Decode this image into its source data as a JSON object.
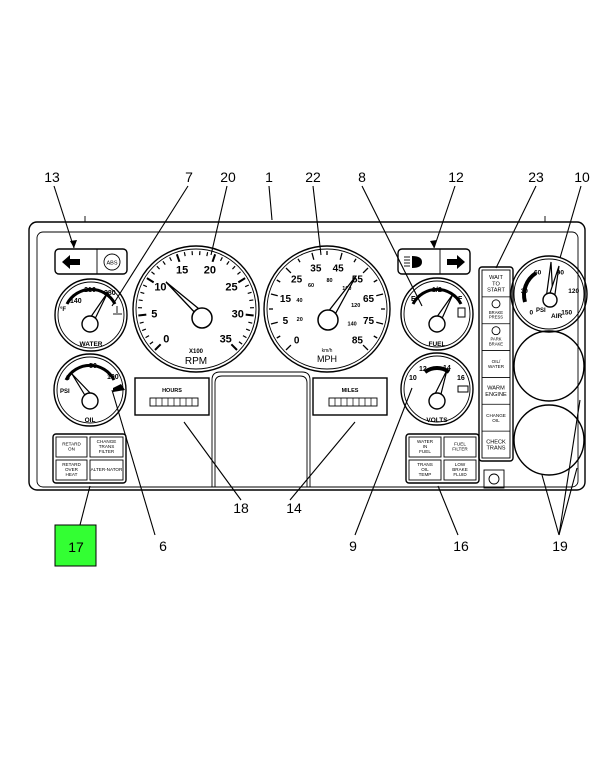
{
  "colors": {
    "highlight": "#33ff33",
    "line": "#000000",
    "background": "#ffffff"
  },
  "callouts": {
    "c1": "1",
    "c6": "6",
    "c7": "7",
    "c8": "8",
    "c9": "9",
    "c10": "10",
    "c12": "12",
    "c13": "13",
    "c14": "14",
    "c16": "16",
    "c17": "17",
    "c18": "18",
    "c19": "19",
    "c20": "20",
    "c22": "22",
    "c23": "23"
  },
  "turn_left": {
    "icon": "left-arrow-icon",
    "abs_label": "ABS"
  },
  "turn_right": {
    "icon": "right-arrow-icon",
    "beam_icon": "high-beam-icon"
  },
  "water_gauge": {
    "min": "140",
    "mid": "210",
    "max": "280",
    "unit": "°F",
    "label": "WATER"
  },
  "tach": {
    "ticks": [
      "0",
      "5",
      "10",
      "15",
      "20",
      "25",
      "30",
      "35"
    ],
    "multiplier": "X100",
    "label": "RPM"
  },
  "speedo": {
    "outer": [
      "0",
      "5",
      "15",
      "25",
      "35",
      "45",
      "55",
      "65",
      "75",
      "85"
    ],
    "inner": [
      "20",
      "40",
      "60",
      "80",
      "100",
      "120",
      "140"
    ],
    "unit_inner": "km/h",
    "label": "MPH"
  },
  "fuel_gauge": {
    "empty": "E",
    "half": "1/2",
    "full": "F",
    "label": "FUEL"
  },
  "oil_gauge": {
    "min": "0",
    "mid": "50",
    "max": "100",
    "unit": "PSI",
    "label": "OIL"
  },
  "volts_gauge": {
    "min": "10",
    "v12": "12",
    "v14": "14",
    "max": "16",
    "label": "VOLTS"
  },
  "air_gauge": {
    "ticks": [
      "0",
      "30",
      "60",
      "90",
      "120",
      "150"
    ],
    "unit": "PSI",
    "label": "AIR"
  },
  "hour_meter": {
    "label": "HOURS"
  },
  "odometer": {
    "label": "MILES"
  },
  "warning_lights_left": [
    "RETARD ON",
    "CHANGE TRANS FILTER",
    "RETARD OVER HEAT",
    "ALTER-NATOR"
  ],
  "warning_lights_right": [
    "WATER IN FUEL",
    "FUEL FILTER",
    "TRANS OIL TEMP",
    "LOW BRAKE FLUID"
  ],
  "indicator_column": [
    "WAIT TO START",
    "BRAKE PRESS",
    "PARK BRAKE",
    "OIL/ WATER",
    "WARM ENGINE",
    "CHANGE OIL",
    "CHECK TRANS"
  ]
}
